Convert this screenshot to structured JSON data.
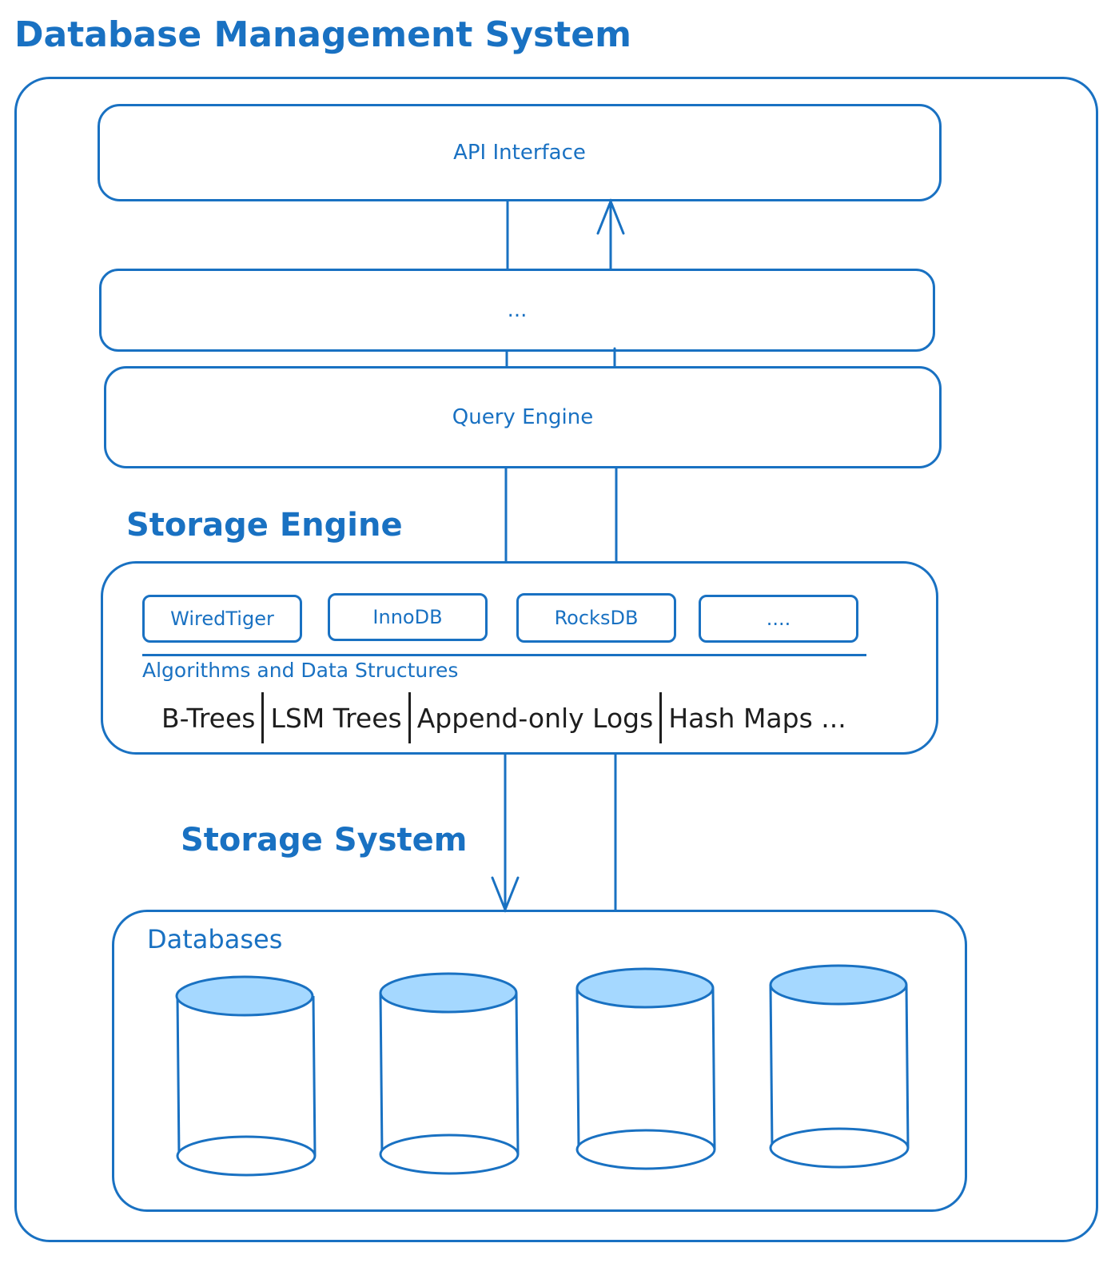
{
  "title": "Database Management System",
  "layers": {
    "api": "API Interface",
    "middle": "...",
    "query": "Query Engine"
  },
  "storage_engine": {
    "heading": "Storage Engine",
    "engines": [
      "WiredTiger",
      "InnoDB",
      "RocksDB",
      "...."
    ],
    "algorithms_heading": "Algorithms and Data Structures",
    "algorithms": [
      "B-Trees",
      "LSM Trees",
      "Append-only Logs",
      "Hash Maps ..."
    ]
  },
  "storage_system": {
    "heading": "Storage System",
    "databases_label": "Databases",
    "database_count": 4
  },
  "colors": {
    "stroke": "#1971c2",
    "cylinder_top": "#a5d8ff",
    "text_dark": "#1e1e1e"
  }
}
